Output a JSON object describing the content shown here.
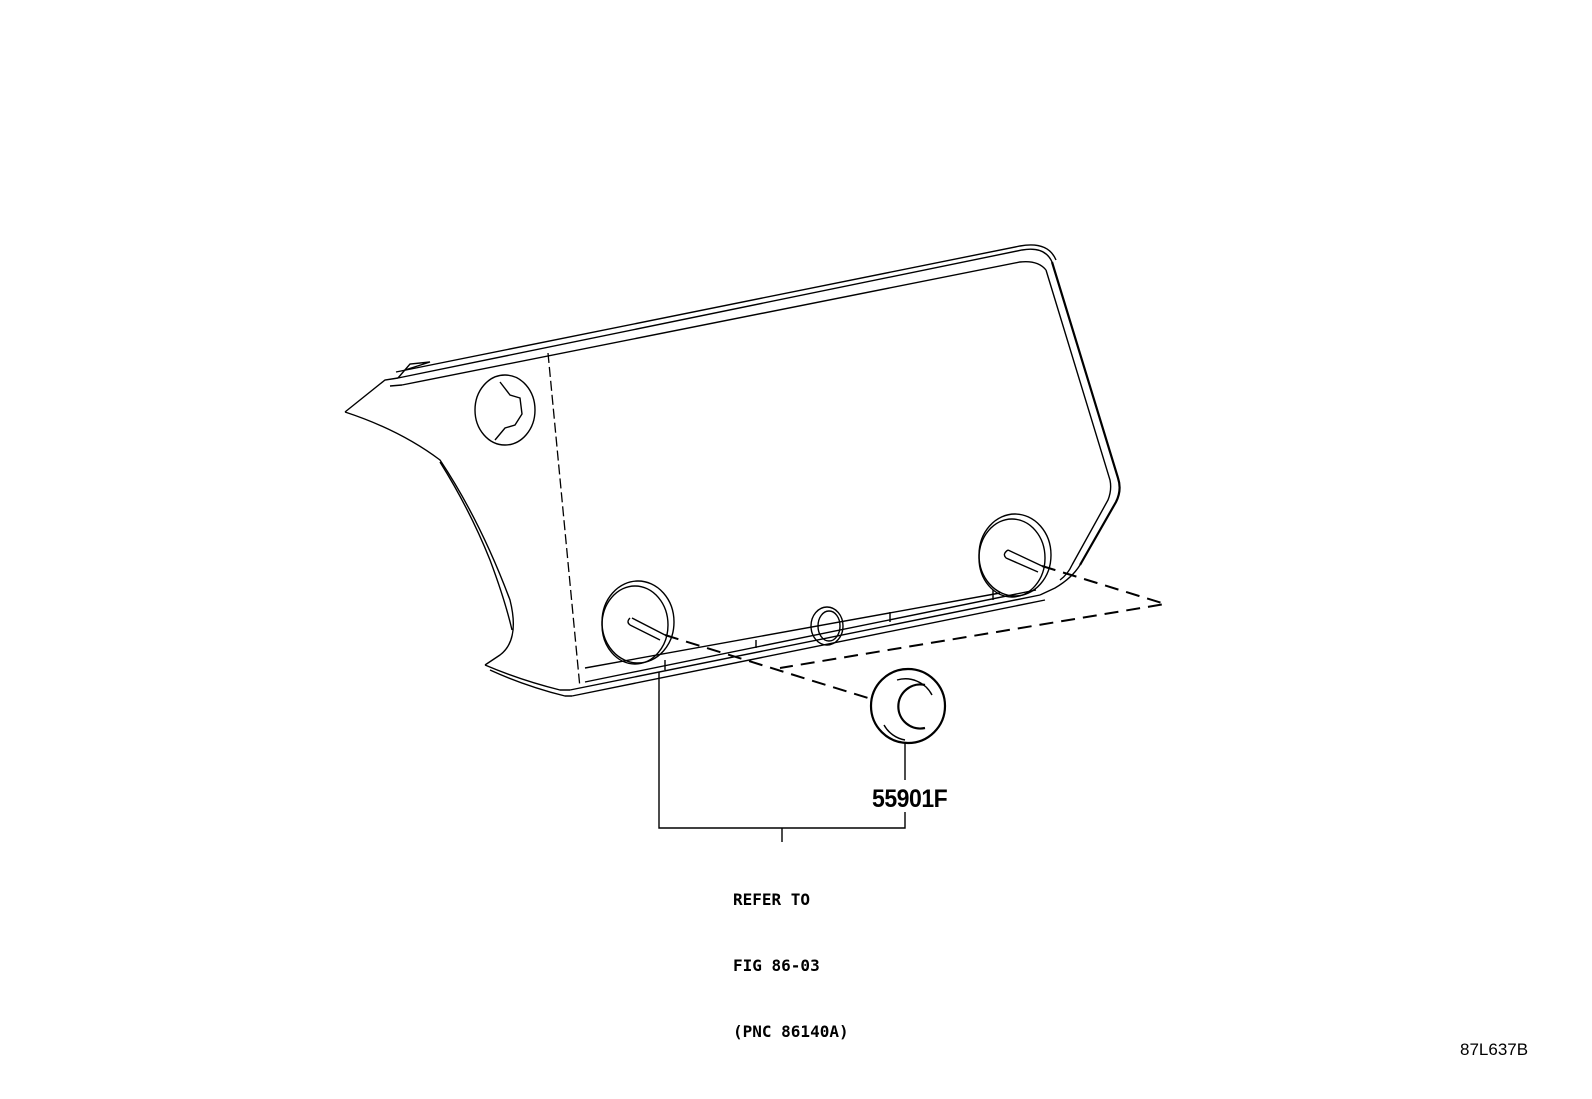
{
  "diagram": {
    "type": "parts-illustration",
    "colors": {
      "background": "#ffffff",
      "line": "#000000"
    },
    "parts": [
      {
        "id": "instrument-panel-cover",
        "label": ""
      },
      {
        "id": "grommet",
        "label": "55901F"
      }
    ],
    "callouts": {
      "part_number": "55901F",
      "reference": {
        "line1": "REFER TO",
        "line2": "FIG 86-03",
        "line3": "(PNC 86140A)"
      }
    },
    "figure_id": "87L637B"
  }
}
